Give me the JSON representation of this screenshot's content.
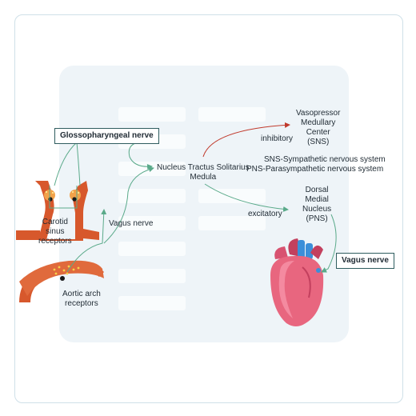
{
  "labels": {
    "glossopharyngeal": "Glossopharyngeal nerve",
    "nts_line1": "Nucleus Tractus Solitarius",
    "nts_line2": "Medula",
    "vaso_line1": "Vasopressor",
    "vaso_line2": "Medullary",
    "vaso_line3": "Center",
    "vaso_line4": "(SNS)",
    "inhibitory": "inhibitory",
    "sns_legend": "SNS-Sympathetic nervous system",
    "pns_legend": "PNS-Parasympathetic nervous system",
    "dorsal_line1": "Dorsal",
    "dorsal_line2": "Medial",
    "dorsal_line3": "Nucleus",
    "dorsal_line4": "(PNS)",
    "excitatory": "excitatory",
    "carotid_line1": "Carotid",
    "carotid_line2": "sinus",
    "carotid_line3": "receptors",
    "vagus_left": "Vagus nerve",
    "aortic_line1": "Aortic arch",
    "aortic_line2": "receptors",
    "vagus_right": "Vagus nerve"
  },
  "colors": {
    "nerve_green": "#5aaa8a",
    "inhibitory_red": "#c0392b",
    "artery": "#d7582c",
    "heart": "#e8667f",
    "vessel_blue": "#3b8fd9"
  }
}
